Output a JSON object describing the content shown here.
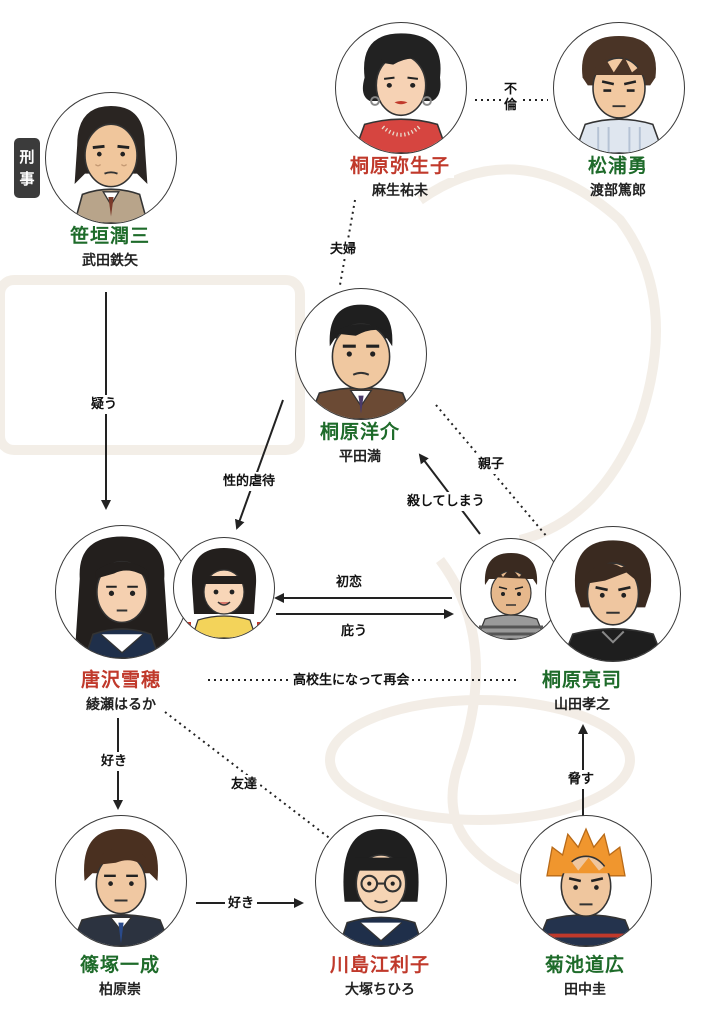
{
  "badge": {
    "chars": [
      "刑",
      "事"
    ]
  },
  "characters": {
    "sasagaki": {
      "name": "笹垣潤三",
      "actor": "武田鉄矢"
    },
    "yaeko": {
      "name": "桐原弥生子",
      "actor": "麻生祐未"
    },
    "matsuura": {
      "name": "松浦勇",
      "actor": "渡部篤郎"
    },
    "yosuke": {
      "name": "桐原洋介",
      "actor": "平田満"
    },
    "yukiho": {
      "name": "唐沢雪穂",
      "actor": "綾瀬はるか"
    },
    "ryoji": {
      "name": "桐原亮司",
      "actor": "山田孝之"
    },
    "shinozuka": {
      "name": "篠塚一成",
      "actor": "柏原崇"
    },
    "eriko": {
      "name": "川島江利子",
      "actor": "大塚ちひろ"
    },
    "kikuchi": {
      "name": "菊池道広",
      "actor": "田中圭"
    }
  },
  "relations": {
    "affair": [
      "不",
      "倫"
    ],
    "married": "夫婦",
    "suspects": "疑う",
    "abuse": "性的虐待",
    "parent_child": "親子",
    "kills": "殺してしまう",
    "first_love": "初恋",
    "protects": "庇う",
    "reunion": "高校生になって再会",
    "likes1": "好き",
    "friends": "友達",
    "likes2": "好き",
    "threatens": "脅す"
  },
  "colors": {
    "name_green": "#1e6b2a",
    "name_red": "#c0392b",
    "line": "#222222"
  }
}
